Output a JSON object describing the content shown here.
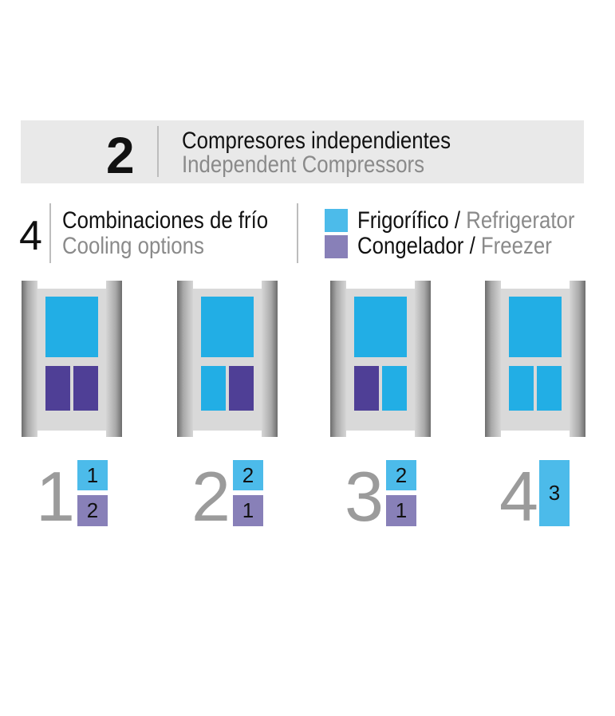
{
  "compressors": {
    "count": "2",
    "label_es": "Compresores independientes",
    "label_en": "Independent Compressors"
  },
  "cooling": {
    "count": "4",
    "label_es": "Combinaciones de frío",
    "label_en": "Cooling options"
  },
  "legend": [
    {
      "label_es": "Frigorífico",
      "sep": " / ",
      "label_en": "Refrigerator",
      "color": "#4cbbea"
    },
    {
      "label_es": "Congelador",
      "sep": " / ",
      "label_en": "Freezer",
      "color": "#8880b8"
    }
  ],
  "colors": {
    "fridge_zone": "#22aee5",
    "freezer_zone": "#4f3f96"
  },
  "options": [
    {
      "number": "1",
      "bottom_left": "freezer",
      "bottom_right": "freezer",
      "fridge_compartments": "1",
      "freezer_compartments": "2"
    },
    {
      "number": "2",
      "bottom_left": "fridge",
      "bottom_right": "freezer",
      "fridge_compartments": "2",
      "freezer_compartments": "1"
    },
    {
      "number": "3",
      "bottom_left": "freezer",
      "bottom_right": "fridge",
      "fridge_compartments": "2",
      "freezer_compartments": "1"
    },
    {
      "number": "4",
      "bottom_left": "fridge",
      "bottom_right": "fridge",
      "fridge_compartments": "3"
    }
  ]
}
